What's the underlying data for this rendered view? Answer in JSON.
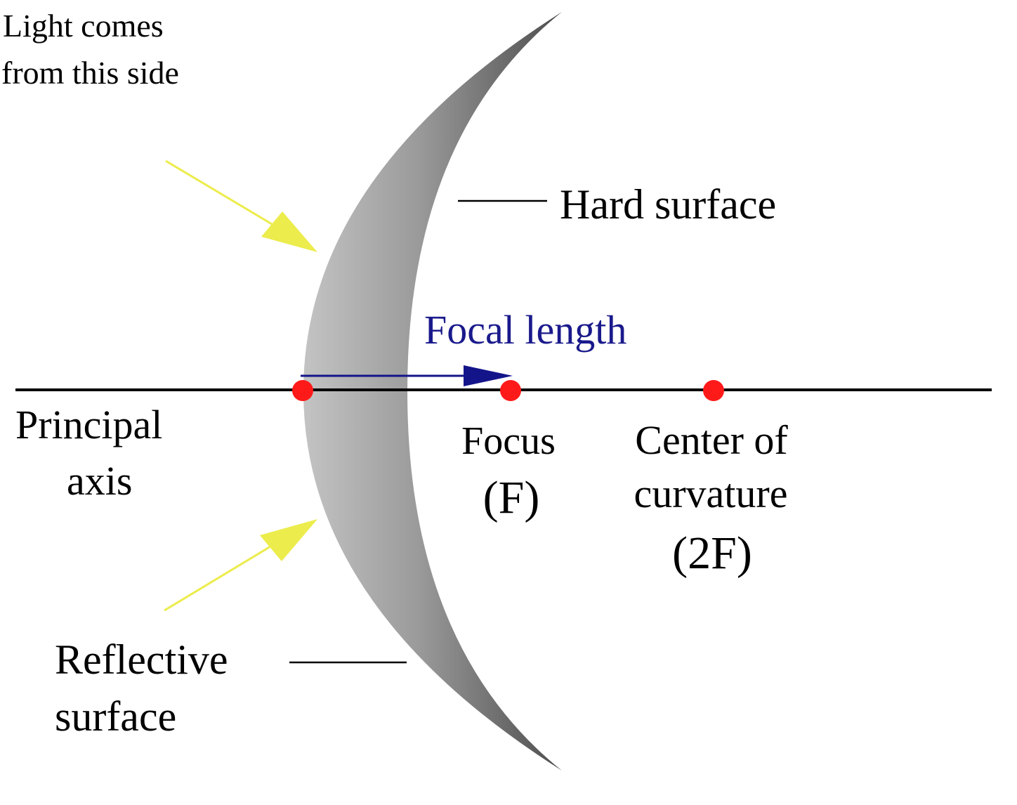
{
  "colors": {
    "axis": "#000000",
    "light_arrow": "#ecec4c",
    "focal_arrow": "#14148a",
    "focal_text": "#1a1a8c",
    "point": "#ff1a1a",
    "mirror_light": "#c4c4c4",
    "mirror_dark": "#4d4d4d"
  },
  "labels": {
    "light_line1": "Light comes",
    "light_line2": "from this side",
    "hard_surface": "Hard surface",
    "focal_length": "Focal length",
    "principal_line1": "Principal",
    "principal_line2": "axis",
    "focus_line1": "Focus",
    "focus_line2": "(F)",
    "center_line1": "Center of",
    "center_line2": "curvature",
    "center_line3": "(2F)",
    "reflective_line1": "Reflective",
    "reflective_line2": "surface"
  },
  "icons": {
    "incoming_light_arrows": "arrow-icon",
    "focal_length_arrow": "arrow-right-icon"
  }
}
